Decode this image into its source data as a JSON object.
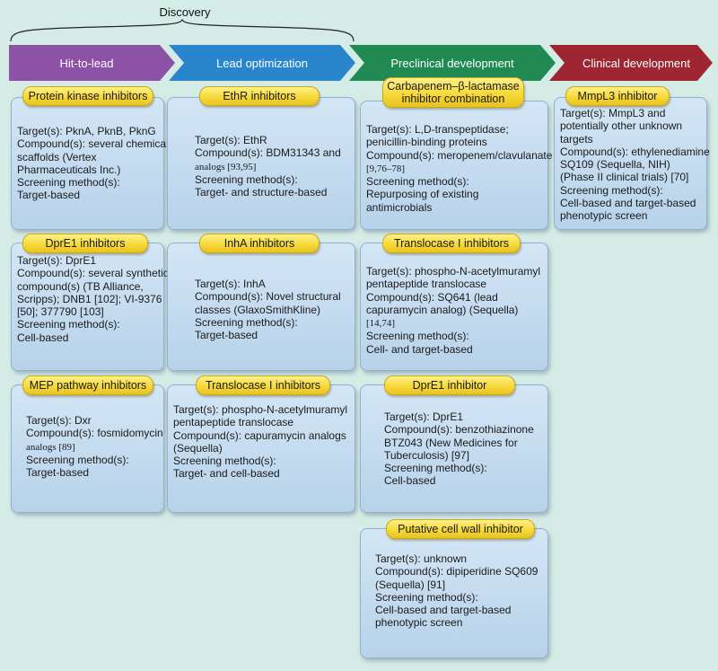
{
  "header": {
    "discovery_label": "Discovery"
  },
  "stages": [
    {
      "label": "Hit-to-lead",
      "color": "#8b52a6"
    },
    {
      "label": "Lead optimization",
      "color": "#2a86cc"
    },
    {
      "label": "Preclinical development",
      "color": "#218a52"
    },
    {
      "label": "Clinical development",
      "color": "#9e2632"
    }
  ],
  "cards": {
    "protein_kinase": {
      "title": [
        "Protein kinase inhibitors"
      ],
      "lines": [
        "Target(s): PknA, PknB, PknG",
        "Compound(s): several chemical",
        "scaffolds (Vertex",
        "Pharmaceuticals Inc.)",
        "Screening method(s):",
        "Target-based"
      ]
    },
    "ethr": {
      "title": [
        "EthR inhibitors"
      ],
      "lines": [
        "Target(s): EthR",
        "Compound(s): BDM31343 and",
        "analogs [93,95]",
        "Screening method(s):",
        "Target- and structure-based"
      ]
    },
    "carbapenem": {
      "title": [
        "Carbapenem–β-lactamase",
        "inhibitor combination"
      ],
      "lines": [
        "Target(s): L,D-transpeptidase;",
        "penicillin-binding proteins",
        "Compound(s): meropenem/clavulanate",
        "[9,76–78]",
        "Screening method(s):",
        "Repurposing of existing",
        "antimicrobials"
      ]
    },
    "mmpl3": {
      "title": [
        "MmpL3 inhibitor"
      ],
      "lines": [
        "Target(s): MmpL3 and",
        "potentially other unknown",
        "targets",
        "Compound(s): ethylenediamine",
        "SQ109 (Sequella, NIH)",
        "(Phase II clinical trials) [70]",
        "Screening method(s):",
        "Cell-based and target-based",
        "phenotypic screen"
      ]
    },
    "dpre1_inhibitors": {
      "title": [
        "DprE1 inhibitors"
      ],
      "lines": [
        "Target(s): DprE1",
        "Compound(s): several synthetic",
        "compound(s) (TB Alliance,",
        "Scripps); DNB1 [102]; VI-9376",
        "[50]; 377790 [103]",
        "Screening method(s):",
        "Cell-based"
      ]
    },
    "inha": {
      "title": [
        "InhA inhibitors"
      ],
      "lines": [
        "Target(s): InhA",
        "Compound(s): Novel structural",
        "classes (GlaxoSmithKline)",
        "Screening method(s):",
        "Target-based"
      ]
    },
    "translocase_preclinical": {
      "title": [
        "Translocase I inhibitors"
      ],
      "lines": [
        "Target(s): phospho-N-acetylmuramyl",
        "pentapeptide translocase",
        "Compound(s): SQ641 (lead",
        "capuramycin analog) (Sequella)",
        "[14,74]",
        "Screening method(s):",
        "Cell- and target-based"
      ]
    },
    "mep": {
      "title": [
        "MEP pathway inhibitors"
      ],
      "lines": [
        "Target(s): Dxr",
        "Compound(s): fosmidomycin",
        "analogs [89]",
        "Screening method(s):",
        "Target-based"
      ]
    },
    "translocase_lead": {
      "title": [
        "Translocase I inhibitors"
      ],
      "lines": [
        "Target(s): phospho-N-acetylmuramyl",
        "pentapeptide translocase",
        "Compound(s): capuramycin analogs",
        "(Sequella)",
        "Screening method(s):",
        "Target- and cell-based"
      ]
    },
    "dpre1_inhibitor": {
      "title": [
        "DprE1 inhibitor"
      ],
      "lines": [
        "Target(s): DprE1",
        "Compound(s): benzothiazinone",
        "BTZ043 (New Medicines for",
        "Tuberculosis) [97]",
        "Screening method(s):",
        "Cell-based"
      ]
    },
    "putative": {
      "title": [
        "Putative cell wall inhibitor"
      ],
      "lines": [
        "Target(s): unknown",
        "Compound(s): dipiperidine SQ609",
        "(Sequella) [91]",
        "Screening method(s):",
        "Cell-based and target-based",
        "phenotypic screen"
      ]
    }
  }
}
